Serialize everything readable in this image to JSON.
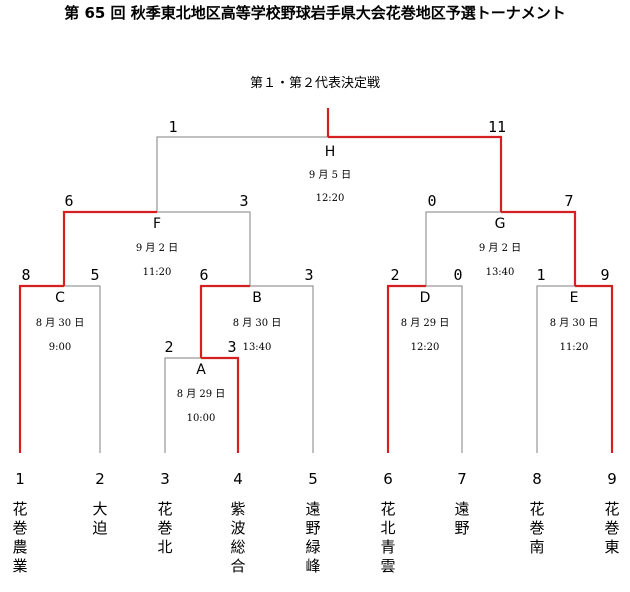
{
  "title": "第 65 回  秋季東北地区高等学校野球岩手県大会花巻地区予選トーナメント",
  "subtitle": "第１・第２代表決定戦",
  "colors": {
    "win": "#d42020",
    "line": "#808080"
  },
  "teams": [
    {
      "seed": "1",
      "name": "花巻農業"
    },
    {
      "seed": "2",
      "name": "大迫"
    },
    {
      "seed": "3",
      "name": "花巻北"
    },
    {
      "seed": "4",
      "name": "紫波総合"
    },
    {
      "seed": "5",
      "name": "遠野緑峰"
    },
    {
      "seed": "6",
      "name": "花北青雲"
    },
    {
      "seed": "7",
      "name": "遠野"
    },
    {
      "seed": "8",
      "name": "花巻南"
    },
    {
      "seed": "9",
      "name": "花巻東"
    }
  ],
  "matches": {
    "A": {
      "label": "A",
      "date": "8 月 29 日",
      "time": "10:00",
      "left_score": "2",
      "right_score": "3"
    },
    "B": {
      "label": "B",
      "date": "8 月 30 日",
      "time": "13:40",
      "left_score": "6",
      "right_score": "3"
    },
    "C": {
      "label": "C",
      "date": "8 月 30 日",
      "time": "9:00",
      "left_score": "8",
      "right_score": "5"
    },
    "D": {
      "label": "D",
      "date": "8 月 29 日",
      "time": "12:20",
      "left_score": "2",
      "right_score": "0"
    },
    "E": {
      "label": "E",
      "date": "8 月 30 日",
      "time": "11:20",
      "left_score": "1",
      "right_score": "9"
    },
    "F": {
      "label": "F",
      "date": "9 月 2 日",
      "time": "11:20",
      "left_score": "6",
      "right_score": "3"
    },
    "G": {
      "label": "G",
      "date": "9 月 2 日",
      "time": "13:40",
      "left_score": "0",
      "right_score": "7"
    },
    "H": {
      "label": "H",
      "date": "9 月 5 日",
      "time": "12:20",
      "left_score": "1",
      "right_score": "11"
    }
  }
}
